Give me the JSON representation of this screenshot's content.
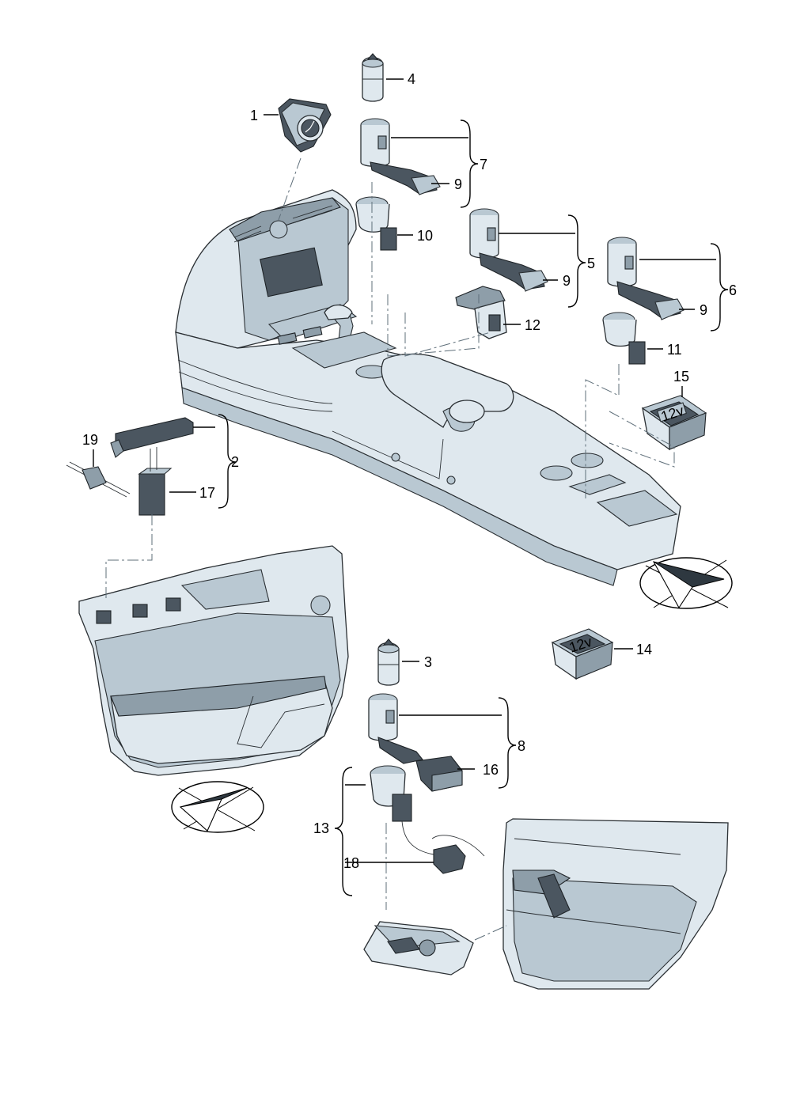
{
  "diagram": {
    "callouts": [
      {
        "id": "1",
        "label": "1"
      },
      {
        "id": "2",
        "label": "2"
      },
      {
        "id": "3",
        "label": "3"
      },
      {
        "id": "4",
        "label": "4"
      },
      {
        "id": "5",
        "label": "5"
      },
      {
        "id": "6",
        "label": "6"
      },
      {
        "id": "7",
        "label": "7"
      },
      {
        "id": "8",
        "label": "8"
      },
      {
        "id": "9a",
        "label": "9"
      },
      {
        "id": "9b",
        "label": "9"
      },
      {
        "id": "9c",
        "label": "9"
      },
      {
        "id": "10",
        "label": "10"
      },
      {
        "id": "11",
        "label": "11"
      },
      {
        "id": "12",
        "label": "12"
      },
      {
        "id": "13",
        "label": "13"
      },
      {
        "id": "14",
        "label": "14"
      },
      {
        "id": "15",
        "label": "15"
      },
      {
        "id": "16",
        "label": "16"
      },
      {
        "id": "17",
        "label": "17"
      },
      {
        "id": "18",
        "label": "18"
      },
      {
        "id": "19",
        "label": "19"
      }
    ],
    "socket_text": {
      "outlet_14": "12v",
      "outlet_15": "12v"
    },
    "colors": {
      "part_fill": "#dfe8ee",
      "part_shade": "#b9c8d2",
      "part_dark": "#4b5660",
      "line": "#000000",
      "dash_line": "#5f6f7a"
    },
    "icons": [
      "direction-arrow-icon",
      "direction-arrow-icon"
    ]
  }
}
